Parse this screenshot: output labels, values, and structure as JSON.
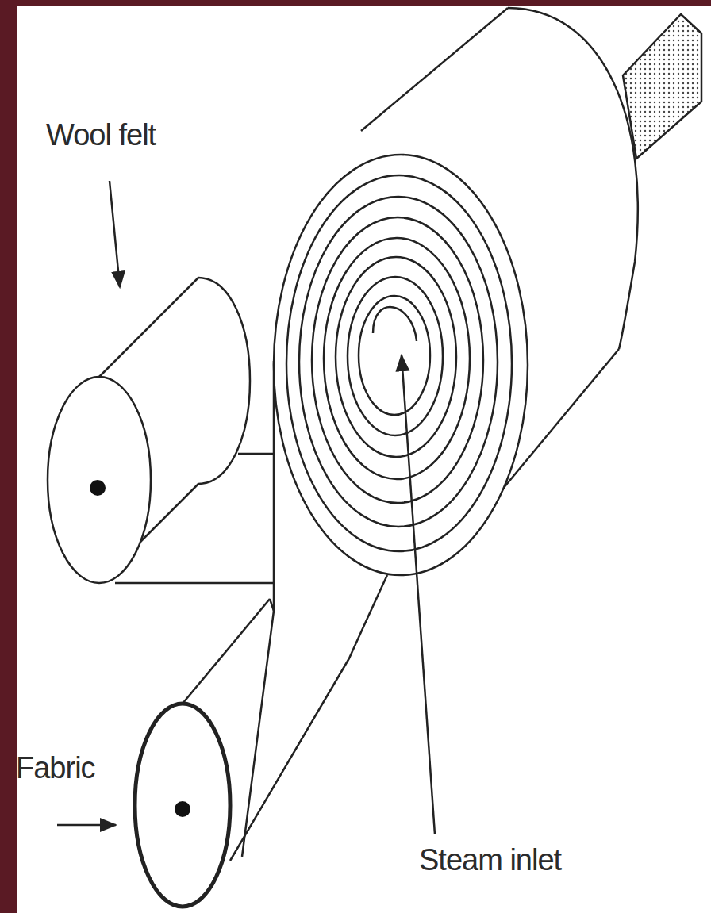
{
  "diagram": {
    "labels": [
      "Wool felt",
      "Fabric",
      "Steam inlet"
    ]
  }
}
